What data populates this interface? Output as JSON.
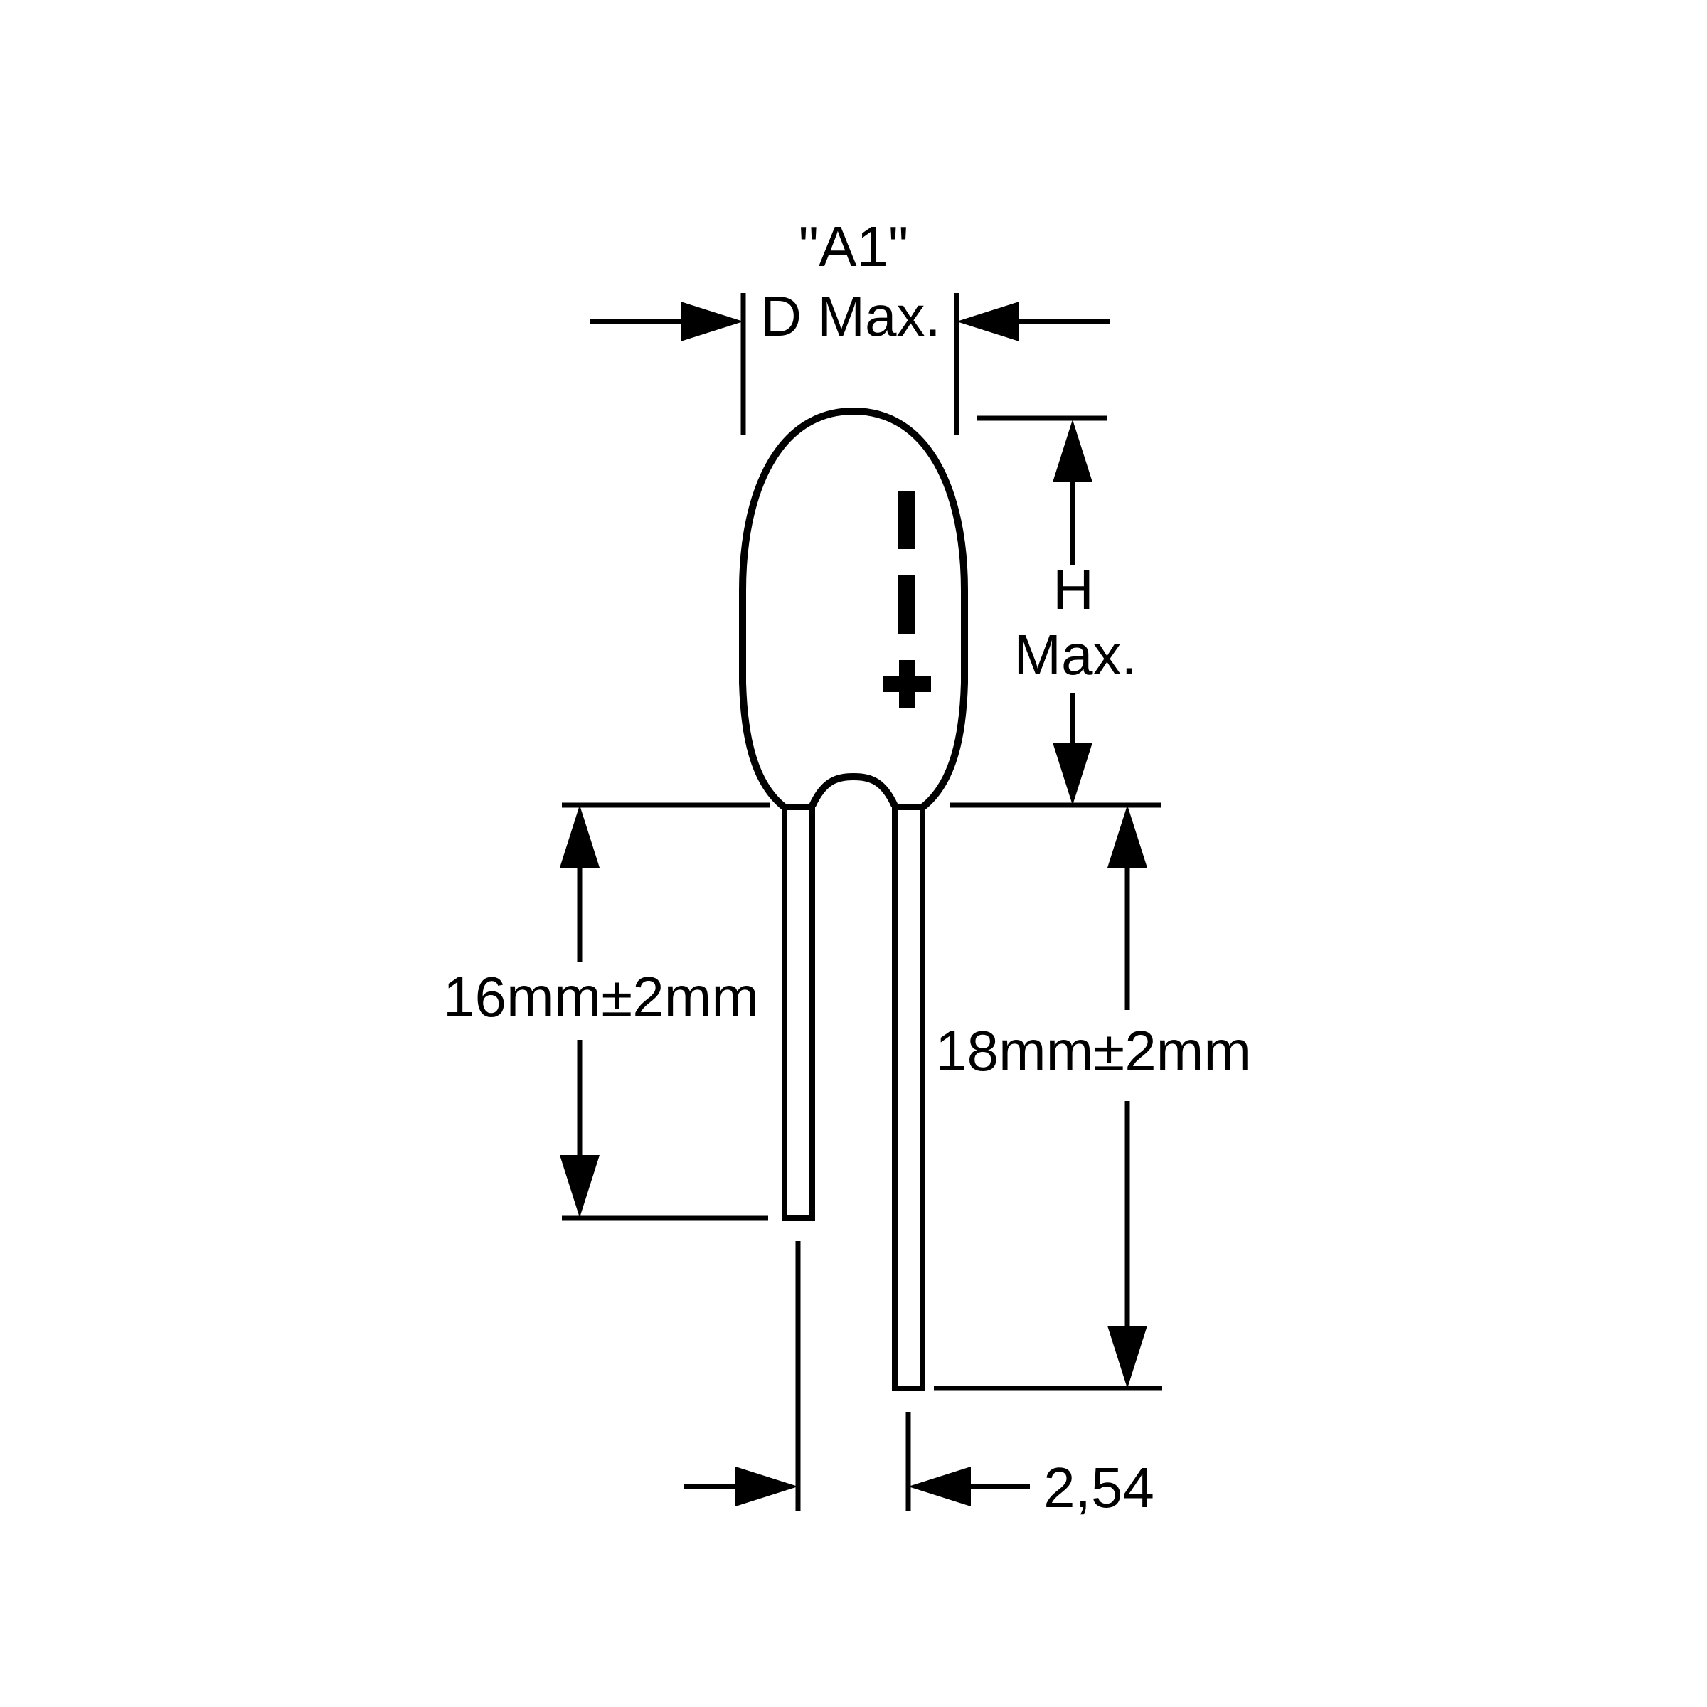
{
  "diagram": {
    "description": "Dimension drawing of a dipped radial tantalum capacitor",
    "labels": {
      "case_code": "\"A1\"",
      "diameter": "D Max.",
      "height_line1": "H",
      "height_line2": "Max.",
      "left_lead_length": "16mm±2mm",
      "right_lead_length": "18mm±2mm",
      "lead_spacing": "2,54"
    },
    "polarity_symbol": "plus",
    "colors": {
      "ink": "#000000",
      "paper": "#ffffff"
    }
  }
}
